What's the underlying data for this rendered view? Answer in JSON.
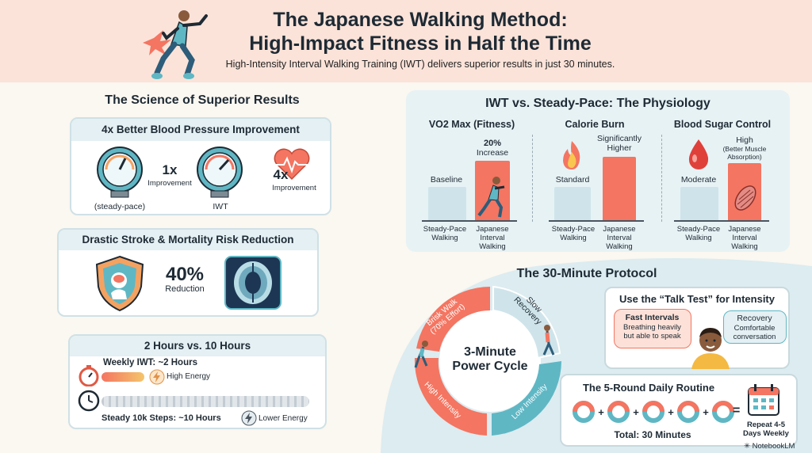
{
  "header": {
    "title_line1": "The Japanese Walking Method:",
    "title_line2": "High-Impact Fitness in Half the Time",
    "subtitle": "High-Intensity Interval Walking Training (IWT) delivers superior results in just 30 minutes."
  },
  "science": {
    "title": "The Science of Superior Results",
    "bp": {
      "title": "4x Better Blood Pressure Improvement",
      "steady_label": "(steady-pace)",
      "iwt_label": "IWT",
      "steady_value": "1x",
      "steady_caption": "Improvement",
      "iwt_value": "4x",
      "iwt_caption": "Improvement"
    },
    "stroke": {
      "title": "Drastic Stroke & Mortality Risk Reduction",
      "value": "40%",
      "caption": "Reduction"
    },
    "hours": {
      "title": "2 Hours vs. 10 Hours",
      "weekly_label": "Weekly IWT: ~2 Hours",
      "high_energy": "High Energy",
      "steady_label": "Steady 10k Steps: ~10 Hours",
      "low_energy": "Lower Energy"
    }
  },
  "physiology": {
    "title": "IWT vs. Steady-Pace: The Physiology",
    "groups": [
      {
        "title": "VO2 Max (Fitness)",
        "steady_value": "Baseline",
        "iwt_value_line1": "20%",
        "iwt_value_line2": "Increase",
        "steady_axis": "Steady-Pace\nWalking",
        "iwt_axis": "Japanese\nInterval\nWalking"
      },
      {
        "title": "Calorie Burn",
        "steady_value": "Standard",
        "iwt_value_line1": "Significantly",
        "iwt_value_line2": "Higher",
        "steady_axis": "Steady-Pace\nWalking",
        "iwt_axis": "Japanese\nInterval\nWalking"
      },
      {
        "title": "Blood Sugar Control",
        "steady_value": "Moderate",
        "iwt_value_line1": "High",
        "iwt_value_line2": "(Better Muscle\nAbsorption)",
        "steady_axis": "Steady-Pace\nWalking",
        "iwt_axis": "Japanese\nInterval\nWalking"
      }
    ]
  },
  "protocol": {
    "title": "The 30-Minute Protocol",
    "cycle_center": "3-Minute\nPower Cycle",
    "segments": [
      "Brisk Walk\n(70% Effort)",
      "Slow\nRecovery",
      "High Intensity",
      "Low Intensity"
    ],
    "talk": {
      "title": "Use the “Talk Test” for Intensity",
      "fast_title": "Fast Intervals",
      "fast_text": "Breathing heavily\nbut able to speak",
      "recovery_title": "Recovery",
      "recovery_text": "Comfortable\nconversation"
    },
    "routine": {
      "title": "The 5-Round Daily Routine",
      "total": "Total: 30 Minutes",
      "repeat": "Repeat 4-5\nDays Weekly"
    }
  },
  "footer": {
    "brand": "NotebookLM"
  },
  "colors": {
    "accent": "#f47561",
    "teal": "#5fb7c4",
    "light_teal": "#cfe4ea",
    "bg": "#fbf7f1",
    "header_bg": "#fbe3d9"
  }
}
